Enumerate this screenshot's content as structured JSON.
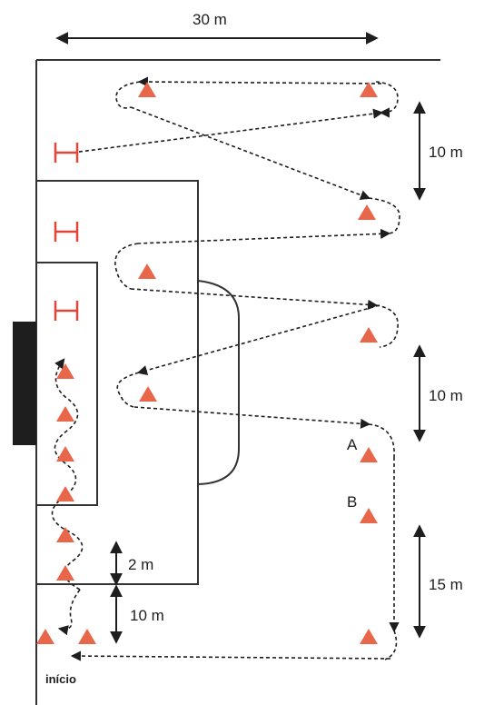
{
  "labels": {
    "top_width": "30 m",
    "gap_upper": "10 m",
    "gap_middle": "10 m",
    "gap_lower": "15 m",
    "small_gap": "2 m",
    "small_gap_lower": "10 m",
    "cone_a": "A",
    "cone_b": "B",
    "start": "início"
  },
  "colors": {
    "cone": "#e8674a",
    "pole": "#e0463a",
    "lines": "#1e1e1e",
    "goal": "#1e1e1e"
  }
}
